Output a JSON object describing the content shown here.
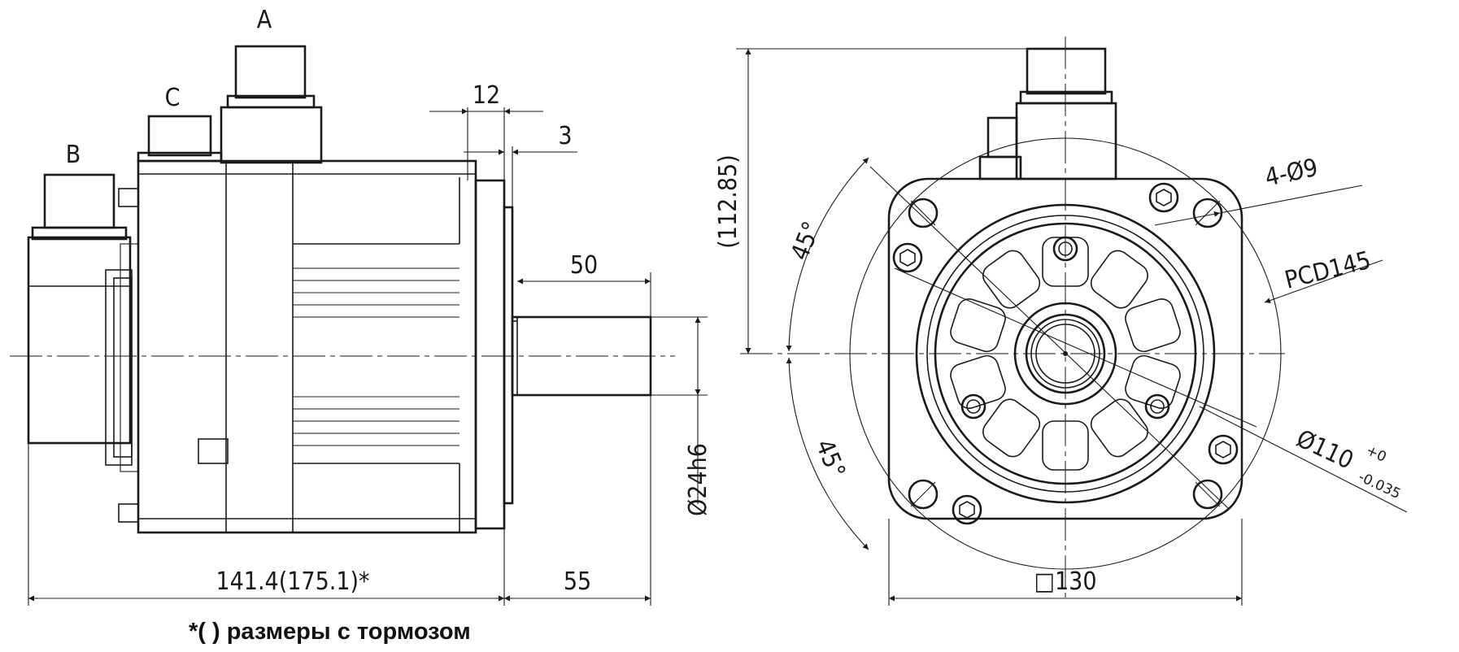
{
  "side_view": {
    "connector_a": "A",
    "connector_b": "B",
    "connector_c": "C",
    "dim_flange_step": "12",
    "dim_spigot": "3",
    "dim_shaft_length": "50",
    "dim_shaft_diameter": "Ø24h6",
    "dim_body_length": "141.4(175.1)*",
    "dim_shaft_total": "55"
  },
  "front_view": {
    "dim_height": "(112.85)",
    "angle_top": "45°",
    "angle_bottom": "45°",
    "dim_holes": "4-Ø9",
    "dim_pcd": "PCD145",
    "dim_pilot": "Ø110",
    "tol_upper": "+0",
    "tol_lower": "-0.035",
    "dim_square": "□130"
  },
  "footnote": "*( ) размеры с тормозом"
}
